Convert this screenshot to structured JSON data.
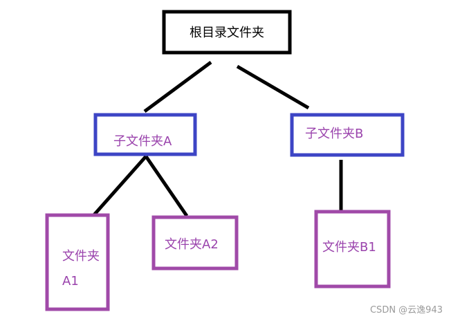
{
  "nodes": {
    "root": {
      "label": "根目录文件夹"
    },
    "subfolder_a": {
      "label": "子文件夹A"
    },
    "subfolder_b": {
      "label": "子文件夹B"
    },
    "folder_a1": {
      "line1": "文件夹",
      "line2": "A1"
    },
    "folder_a2": {
      "label": "文件夹A2"
    },
    "folder_b1": {
      "label": "文件夹B1"
    }
  },
  "watermark": "CSDN @云逸943",
  "colors": {
    "root_border": "#000000",
    "subfolder_border": "#3d45c5",
    "leaf_border": "#a04aa8",
    "subfolder_text": "#9a43ac",
    "leaf_text": "#9a43ac",
    "root_text": "#000000",
    "connector": "#000000"
  }
}
